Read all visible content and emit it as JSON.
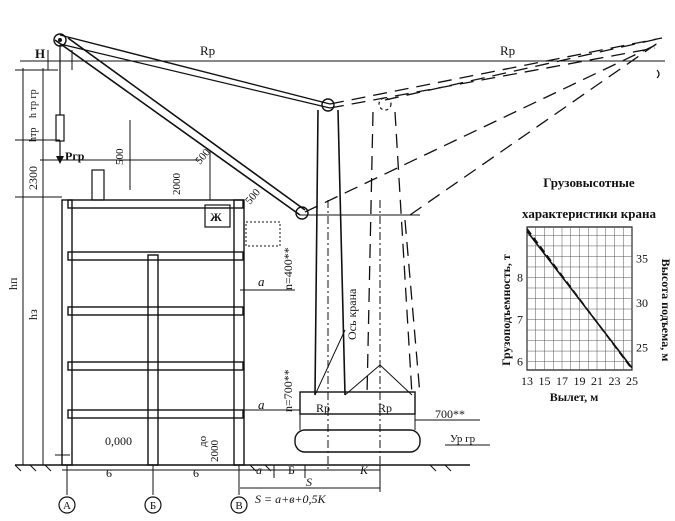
{
  "labels": {
    "rp_left": "Rр",
    "rp_right": "Rр",
    "H": "H",
    "h_tr_gr": "h тр гр",
    "h_tr": "hтр",
    "p_gr": "Pгр",
    "d500": "500",
    "d2000_top": "2000",
    "d500_diag1": "500",
    "d500_diag2": "500",
    "d2300": "2300",
    "h_p": "hп",
    "h_z": "hз",
    "Zh": "Ж",
    "a_top": "a",
    "n400": "n=400**",
    "os_krana": "Ось крана",
    "n700": "n=700**",
    "a_bottom": "a",
    "Rp_a": "Rр",
    "Rp_b": "Rр",
    "d700": "700**",
    "zero": "0,000",
    "do2000_a": "до",
    "do2000_b": "2000",
    "ur_gr": "Ур гр",
    "dim6_1": "6",
    "dim6_2": "6",
    "a_dim": "a",
    "B_dim": "Б",
    "K_dim": "K",
    "S_dim": "S",
    "formula": "S = a+в+0,5K",
    "axis_A": "А",
    "axis_B": "Б",
    "axis_V": "В"
  },
  "inset": {
    "title_line1": "Грузовысотные",
    "title_line2": "характеристики крана",
    "left_axis_label": "Грузоподъемность, т",
    "right_axis_label": "Высота подъема, м",
    "x_axis_label": "Вылет, м",
    "x_ticks": [
      "13",
      "15",
      "17",
      "19",
      "21",
      "23",
      "25"
    ],
    "left_ticks": [
      "6",
      "7",
      "8"
    ],
    "right_ticks": [
      "25",
      "30",
      "35"
    ]
  },
  "chart_data": {
    "type": "line",
    "xlabel": "Вылет, м",
    "ylabel": "Грузоподъемность, т",
    "y2label": "Высота подъема, м",
    "xlim": [
      13,
      25
    ],
    "ylim": [
      5.8,
      9.2
    ],
    "y2lim": [
      22.5,
      38.5
    ],
    "series": [
      {
        "axis": "left",
        "style": "solid",
        "x": [
          13,
          25
        ],
        "y": [
          9.1,
          5.85
        ]
      },
      {
        "axis": "right",
        "style": "dashed",
        "x": [
          13,
          25
        ],
        "y": [
          38.3,
          22.6
        ]
      }
    ]
  }
}
